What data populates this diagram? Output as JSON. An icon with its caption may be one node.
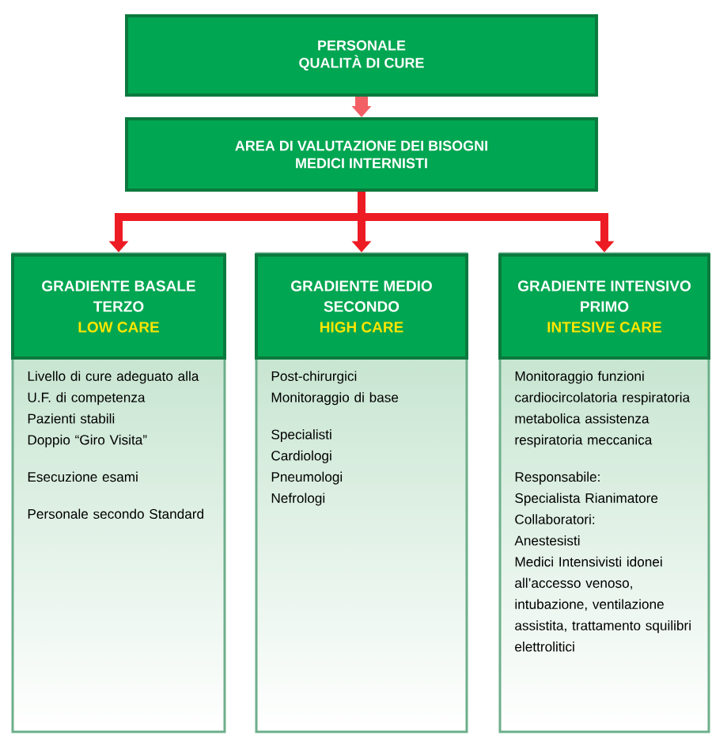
{
  "diagram": {
    "nodes": [
      {
        "text": [
          "PERSONALE",
          "QUALITÀ DI CURE"
        ]
      },
      {
        "text": [
          "AREA DI VALUTAZIONE DEI BISOGNI",
          "MEDICI INTERNISTI"
        ]
      },
      {
        "text": [
          "GRADIENTE BASALE",
          "TERZO",
          "LOW CARE",
          "Livello di cure adeguato alla U.F. di competenza",
          "Pazienti stabili",
          "Doppio “Giro Visita”",
          "Esecuzione esami",
          "Personale secondo Standard"
        ]
      },
      {
        "text": [
          "GRADIENTE MEDIO",
          "SECONDO",
          "HIGH CARE",
          "Post-chirurgici",
          "Monitoraggio di base",
          "Specialisti",
          "Cardiologi",
          "Pneumologi",
          "Nefrologi"
        ]
      },
      {
        "text": [
          "GRADIENTE INTENSIVO",
          "PRIMO",
          "INTESIVE CARE",
          "Monitoraggio funzioni cardiocircolatoria respiratoria metabolica assistenza respiratoria meccanica",
          "Responsabile:",
          "Specialista Rianimatore",
          "Collaboratori:",
          "Anestesisti",
          "Medici Intensivisti idonei all’accesso venoso, intubazione, ventilazione assistita, trattamento squilibri elettrolitici"
        ]
      }
    ],
    "edges": [
      {
        "from": 0,
        "to": 1,
        "arrow": "to"
      },
      {
        "from": 1,
        "to": 2,
        "arrow": "to"
      },
      {
        "from": 1,
        "to": 3,
        "arrow": "to"
      },
      {
        "from": 1,
        "to": 4,
        "arrow": "to"
      }
    ]
  }
}
